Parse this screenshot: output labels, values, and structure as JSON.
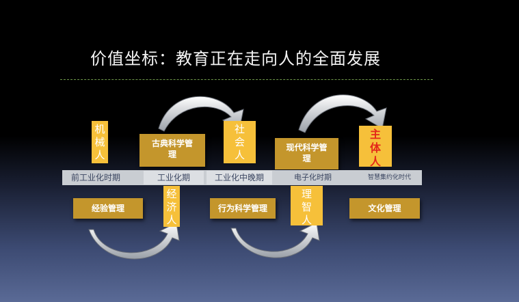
{
  "title": "价值坐标：教育正在走向人的全面发展",
  "stages": [
    "前工业化时期",
    "工业化期",
    "工业化中晚期",
    "电子化时期",
    "智慧集约化时代"
  ],
  "human_types": [
    {
      "text": "机械人"
    },
    {
      "text": "经济人"
    },
    {
      "text": "社会人"
    },
    {
      "text": "理智人"
    },
    {
      "text": "主体人",
      "color": "#e4281a"
    }
  ],
  "management_types": [
    "经验管理",
    "古典科学管理",
    "行为科学管理",
    "现代科学管理",
    "文化管理"
  ],
  "colors": {
    "human_box": "#f6c03a",
    "management_box": "#c4962c",
    "band": "#c9cdd2",
    "highlight": "#e4281a",
    "divider": "#6f9a4a"
  }
}
